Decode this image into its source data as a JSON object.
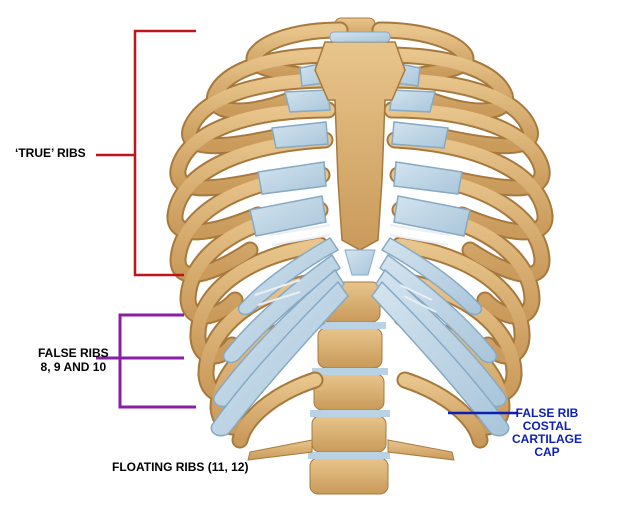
{
  "colors": {
    "bone": "#dcb47a",
    "bone_dark": "#a8793d",
    "cartilage": "#b9d3e4",
    "cartilage_dark": "#86a9c4",
    "true_ribs_bracket": "#c0141c",
    "false_ribs_bracket": "#8a1fa5",
    "cap_pointer": "#0b1fb8"
  },
  "labels": {
    "true_ribs": "‘TRUE’ RIBS",
    "false_ribs_line1": "FALSE RIBS",
    "false_ribs_line2": "8, 9 AND 10",
    "floating_ribs": "FLOATING RIBS (11, 12)",
    "cap_line1": "FALSE RIB",
    "cap_line2": "COSTAL",
    "cap_line3": "CARTILAGE",
    "cap_line4": "CAP"
  }
}
